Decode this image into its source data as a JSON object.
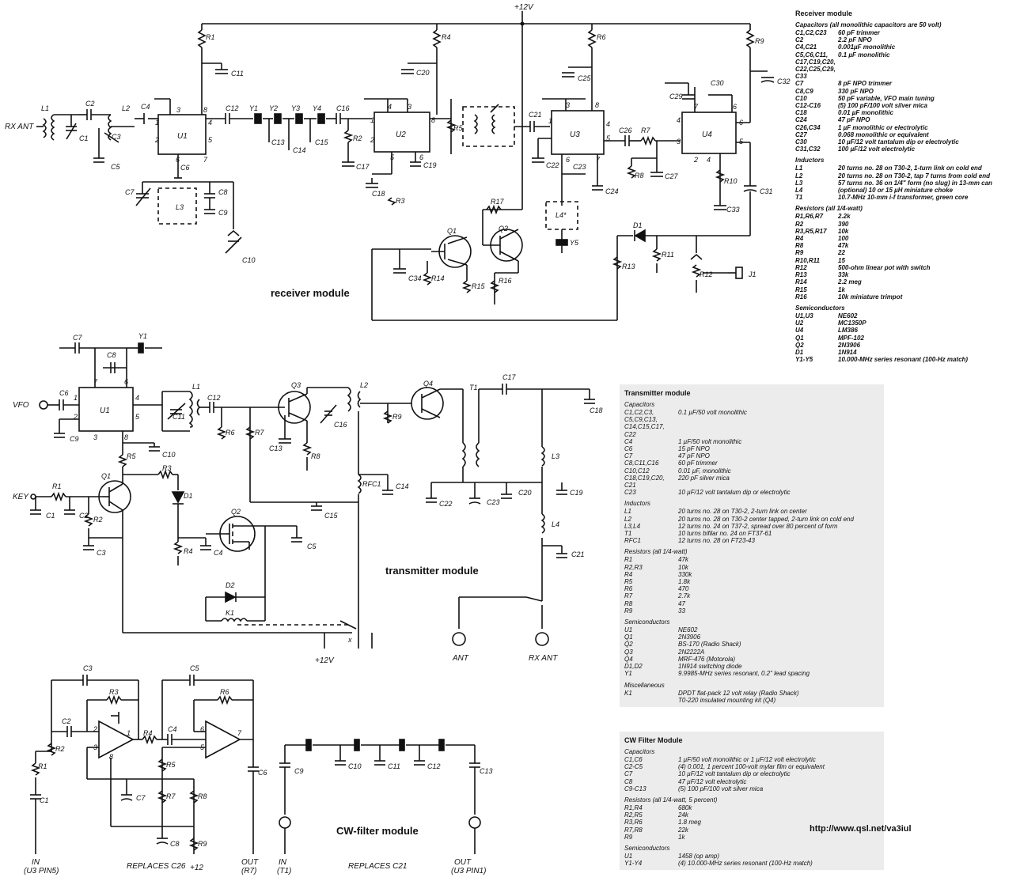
{
  "modules": {
    "receiver": "receiver module",
    "transmitter": "transmitter module",
    "cw_filter": "CW-filter module"
  },
  "url": "http://www.qsl.net/va3iul",
  "receiver_list": {
    "title": "Receiver module",
    "sections": [
      {
        "heading": "Capacitors (all monolithic capacitors are 50 volt)",
        "rows": [
          [
            "C1,C2,C23",
            "60 pF trimmer"
          ],
          [
            "C2",
            "2.2 pF NPO"
          ],
          [
            "C4,C21",
            "0.001µF monolithic"
          ],
          [
            "C5,C6,C11,",
            "0.1 µF monolithic"
          ],
          [
            "C17,C19,C20,",
            ""
          ],
          [
            "C22,C25,C29,",
            ""
          ],
          [
            "C33",
            ""
          ],
          [
            "C7",
            "8 pF NPO trimmer"
          ],
          [
            "C8,C9",
            "330 pF NPO"
          ],
          [
            "C10",
            "50 pF variable, VFO main tuning"
          ],
          [
            "C12-C16",
            "(5) 100 pF/100 volt silver mica"
          ],
          [
            "C18",
            "0.01 µF monolithic"
          ],
          [
            "C24",
            "47 pF NPO"
          ],
          [
            "C26,C34",
            "1 µF monolithic or electrolytic"
          ],
          [
            "C27",
            "0.068 monolithic or equivalent"
          ],
          [
            "C30",
            "10 µF/12 volt tantalum dip or electrolytic"
          ],
          [
            "C31,C32",
            "100 µF/12 volt electrolytic"
          ]
        ]
      },
      {
        "heading": "Inductors",
        "rows": [
          [
            "L1",
            "20 turns no. 28 on T30-2, 1-turn link on cold end"
          ],
          [
            "L2",
            "20 turns no. 28 on T30-2, tap 7 turns from cold end"
          ],
          [
            "L3",
            "57 turns no. 36 on 1/4\" form (no slug) in 13-mm can"
          ],
          [
            "L4",
            "(optional) 10 or 15 µH miniature choke"
          ],
          [
            "T1",
            "10.7-MHz 10-mm i-f transformer, green core"
          ]
        ]
      },
      {
        "heading": "Resistors (all 1/4-watt)",
        "rows": [
          [
            "R1,R6,R7",
            "2.2k"
          ],
          [
            "R2",
            "390"
          ],
          [
            "R3,R5,R17",
            "10k"
          ],
          [
            "R4",
            "100"
          ],
          [
            "R8",
            "47k"
          ],
          [
            "R9",
            "22"
          ],
          [
            "R10,R11",
            "15"
          ],
          [
            "R12",
            "500-ohm linear pot with switch"
          ],
          [
            "R13",
            "33k"
          ],
          [
            "R14",
            "2.2 meg"
          ],
          [
            "R15",
            "1k"
          ],
          [
            "R16",
            "10k miniature trimpot"
          ]
        ]
      },
      {
        "heading": "Semiconductors",
        "rows": [
          [
            "U1,U3",
            "NE602"
          ],
          [
            "U2",
            "MC1350P"
          ],
          [
            "U4",
            "LM386"
          ],
          [
            "Q1",
            "MPF-102"
          ],
          [
            "Q2",
            "2N3906"
          ],
          [
            "D1",
            "1N914"
          ],
          [
            "Y1-Y5",
            "10.000-MHz series resonant (100-Hz match)"
          ]
        ]
      }
    ]
  },
  "transmitter_list": {
    "title": "Transmitter module",
    "sections": [
      {
        "heading": "Capacitors",
        "rows": [
          [
            "C1,C2,C3,",
            "0.1 µF/50 volt monolithic"
          ],
          [
            "C5,C9,C13,",
            ""
          ],
          [
            "C14,C15,C17,",
            ""
          ],
          [
            "C22",
            ""
          ],
          [
            "C4",
            "1 µF/50 volt monolithic"
          ],
          [
            "C6",
            "15 pF NPO"
          ],
          [
            "C7",
            "47 pF NPO"
          ],
          [
            "C8,C11,C16",
            "60 pF trimmer"
          ],
          [
            "C10,C12",
            "0.01 µF, monolithic"
          ],
          [
            "C18,C19,C20,",
            "220 pF silver mica"
          ],
          [
            "C21",
            ""
          ],
          [
            "C23",
            "10 µF/12 volt tantalum dip or electrolytic"
          ]
        ]
      },
      {
        "heading": "Inductors",
        "rows": [
          [
            "L1",
            "20 turns no. 28 on T30-2, 2-turn link on center"
          ],
          [
            "L2",
            "20 turns no. 28 on T30-2 center tapped, 2-turn link on cold end"
          ],
          [
            "L3,L4",
            "12 turns no. 24 on T37-2, spread over 80 percent of form"
          ],
          [
            "T1",
            "10 turns bifilar no. 24 on FT37-61"
          ],
          [
            "RFC1",
            "12 turns no. 28 on FT23-43"
          ]
        ]
      },
      {
        "heading": "Resistors (all 1/4-watt)",
        "rows": [
          [
            "R1",
            "47k"
          ],
          [
            "R2,R3",
            "10k"
          ],
          [
            "R4",
            "330k"
          ],
          [
            "R5",
            "1.8k"
          ],
          [
            "R6",
            "470"
          ],
          [
            "R7",
            "2.7k"
          ],
          [
            "R8",
            "47"
          ],
          [
            "R9",
            "33"
          ]
        ]
      },
      {
        "heading": "Semiconductors",
        "rows": [
          [
            "U1",
            "NE602"
          ],
          [
            "Q1",
            "2N3906"
          ],
          [
            "Q2",
            "BS-170 (Radio Shack)"
          ],
          [
            "Q3",
            "2N2222A"
          ],
          [
            "Q4",
            "MRF-476 (Motorola)"
          ],
          [
            "D1,D2",
            "1N914 switching diode"
          ],
          [
            "Y1",
            "9.9985-MHz series resonant, 0.2\" lead spacing"
          ]
        ]
      },
      {
        "heading": "Miscellaneous",
        "rows": [
          [
            "K1",
            "DPDT flat-pack 12 volt relay (Radio Shack)"
          ],
          [
            "",
            "T0-220 insulated mounting kit (Q4)"
          ]
        ]
      }
    ]
  },
  "cw_list": {
    "title": "CW Filter Module",
    "sections": [
      {
        "heading": "Capacitors",
        "rows": [
          [
            "C1,C6",
            "1 µF/50 volt monolithic or 1 µF/12 volt electrolytic"
          ],
          [
            "C2-C5",
            "(4) 0.001, 1 percent 100-volt mylar film or equivalent"
          ],
          [
            "C7",
            "10 µF/12 volt tantalum dip or electrolytic"
          ],
          [
            "C8",
            "47 µF/12 volt electrolytic"
          ],
          [
            "C9-C13",
            "(5) 100 pF/100 volt silver mica"
          ]
        ]
      },
      {
        "heading": "Resistors (all 1/4-watt, 5 percent)",
        "rows": [
          [
            "R1,R4",
            "680k"
          ],
          [
            "R2,R5",
            "24k"
          ],
          [
            "R3,R6",
            "1.8 meg"
          ],
          [
            "R7,R8",
            "22k"
          ],
          [
            "R9",
            "1k"
          ]
        ]
      },
      {
        "heading": "Semiconductors",
        "rows": [
          [
            "U1",
            "1458 (op amp)"
          ],
          [
            "Y1-Y4",
            "(4) 10.000-MHz series resonant (100-Hz match)"
          ]
        ]
      }
    ]
  },
  "labels": {
    "rx_supply": "+12V",
    "rx_ant": "RX ANT",
    "vfo": "VFO",
    "key": "KEY",
    "tx_supply": "+12V",
    "ant": "ANT",
    "tx_rx_ant": "RX ANT",
    "cw_in": "IN",
    "cw_in_sub": "(U3 PIN5)",
    "cw_replaces_c26": "REPLACES C26",
    "cw_plus12": "+12",
    "cw_out": "OUT",
    "cw_out_sub": "(R7)",
    "xf_in": "IN",
    "xf_in_sub": "(T1)",
    "xf_replaces_c21": "REPLACES C21",
    "xf_out": "OUT",
    "xf_out_sub": "(U3 PIN1)"
  }
}
